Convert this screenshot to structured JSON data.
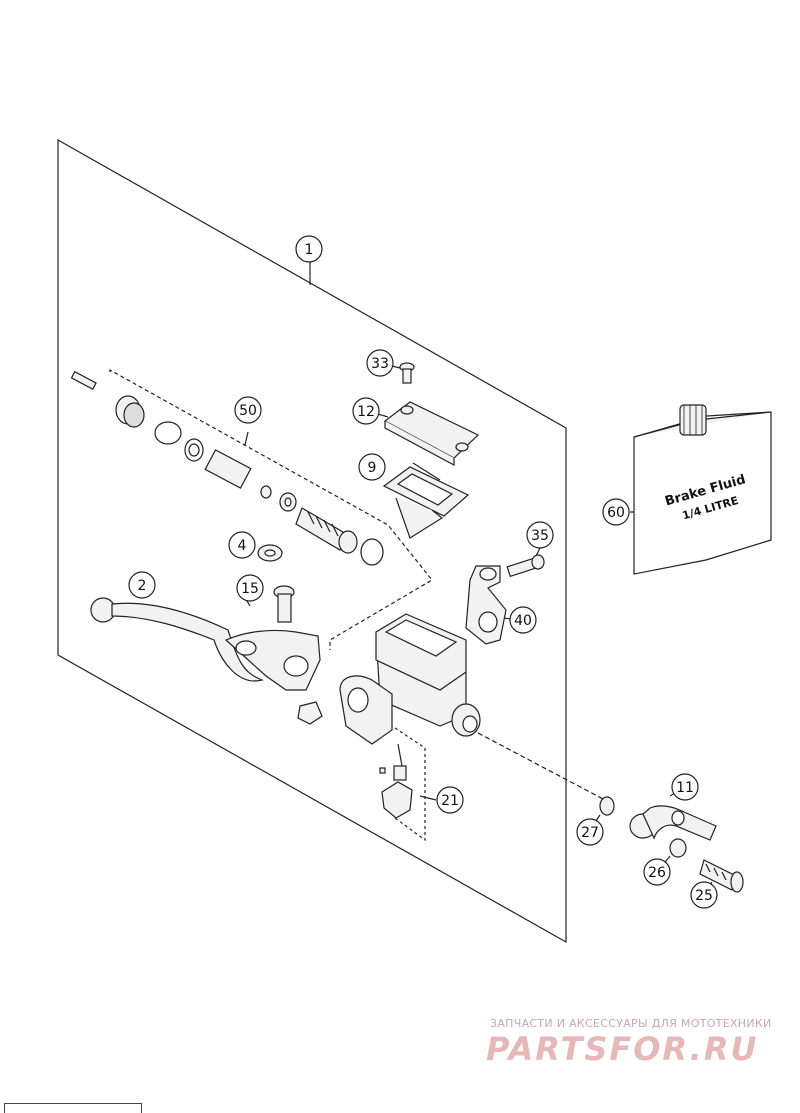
{
  "callouts": [
    {
      "id": "c1",
      "label": "1"
    },
    {
      "id": "c2",
      "label": "2"
    },
    {
      "id": "c4",
      "label": "4"
    },
    {
      "id": "c9",
      "label": "9"
    },
    {
      "id": "c11",
      "label": "11"
    },
    {
      "id": "c12",
      "label": "12"
    },
    {
      "id": "c15",
      "label": "15"
    },
    {
      "id": "c21",
      "label": "21"
    },
    {
      "id": "c25",
      "label": "25"
    },
    {
      "id": "c26",
      "label": "26"
    },
    {
      "id": "c27",
      "label": "27"
    },
    {
      "id": "c33",
      "label": "33"
    },
    {
      "id": "c35",
      "label": "35"
    },
    {
      "id": "c40",
      "label": "40"
    },
    {
      "id": "c50",
      "label": "50"
    },
    {
      "id": "c60",
      "label": "60"
    }
  ],
  "brake_fluid_can": {
    "line1": "Brake Fluid",
    "line2": "1/4 LITRE"
  },
  "watermark": {
    "tagline": "ЗАПЧАСТИ И АКСЕССУАРЫ ДЛЯ МОТОТЕХНИКИ",
    "brand": "PARTSFOR.RU"
  },
  "colors": {
    "line": "#222222",
    "part_fill": "#f2f2f2",
    "watermark_text": "#c9a8a8",
    "watermark_brand": "#e8b7b7"
  }
}
